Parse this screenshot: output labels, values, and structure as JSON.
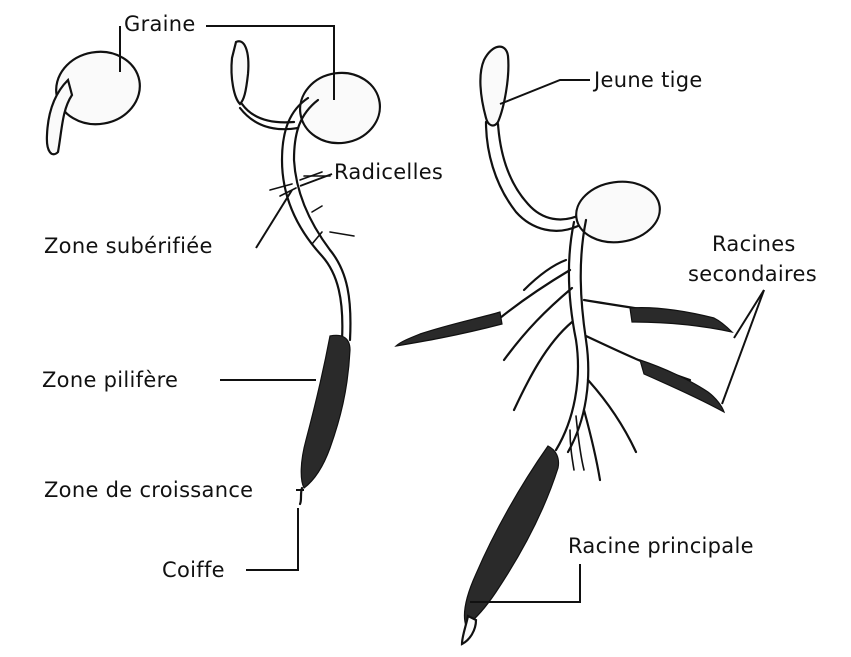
{
  "labels": {
    "graine": "Graine",
    "jeune_tige": "Jeune tige",
    "radicelles": "Radicelles",
    "zone_suberifiee": "Zone subérifiée",
    "racines_secondaires_1": "Racines",
    "racines_secondaires_2": "secondaires",
    "zone_pilifere": "Zone pilifère",
    "zone_croissance": "Zone de croissance",
    "coiffe": "Coiffe",
    "racine_principale": "Racine principale"
  }
}
